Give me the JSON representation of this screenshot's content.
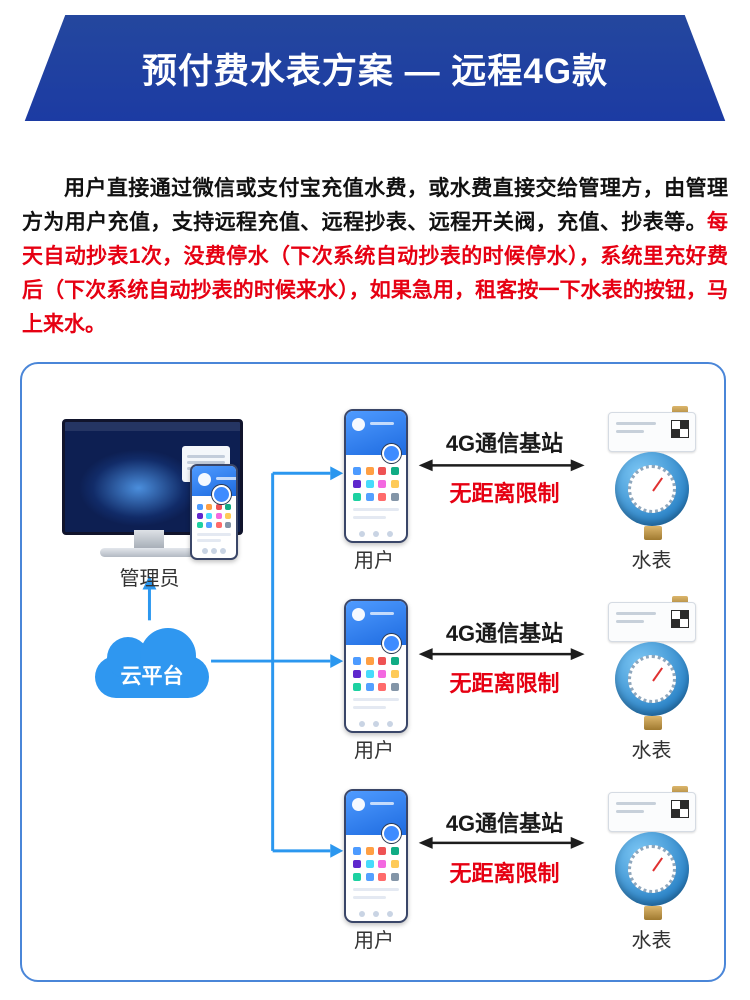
{
  "banner": {
    "title": "预付费水表方案 — 远程4G款"
  },
  "intro": {
    "text_black": "用户直接通过微信或支付宝充值水费，或水费直接交给管理方，由管理方为用户充值，支持远程充值、远程抄表、远程开关阀，充值、抄表等。",
    "text_red": "每天自动抄表1次，没费停水（下次系统自动抄表的时候停水），系统里充好费后（下次系统自动抄表的时候来水），如果急用，租客按一下水表的按钮，马上来水。"
  },
  "diagram": {
    "admin_label": "管理员",
    "cloud_label": "云平台",
    "rows": [
      {
        "user_label": "用户",
        "station_label": "4G通信基站",
        "distance_label": "无距离限制",
        "meter_label": "水表"
      },
      {
        "user_label": "用户",
        "station_label": "4G通信基站",
        "distance_label": "无距离限制",
        "meter_label": "水表"
      },
      {
        "user_label": "用户",
        "station_label": "4G通信基站",
        "distance_label": "无距离限制",
        "meter_label": "水表"
      }
    ]
  },
  "colors": {
    "banner_blue": "#1c3ba3",
    "accent_red": "#e60012",
    "connector_blue": "#2b97ef",
    "panel_border_blue": "#4a86d8",
    "cloud_blue": "#2f97f0"
  }
}
